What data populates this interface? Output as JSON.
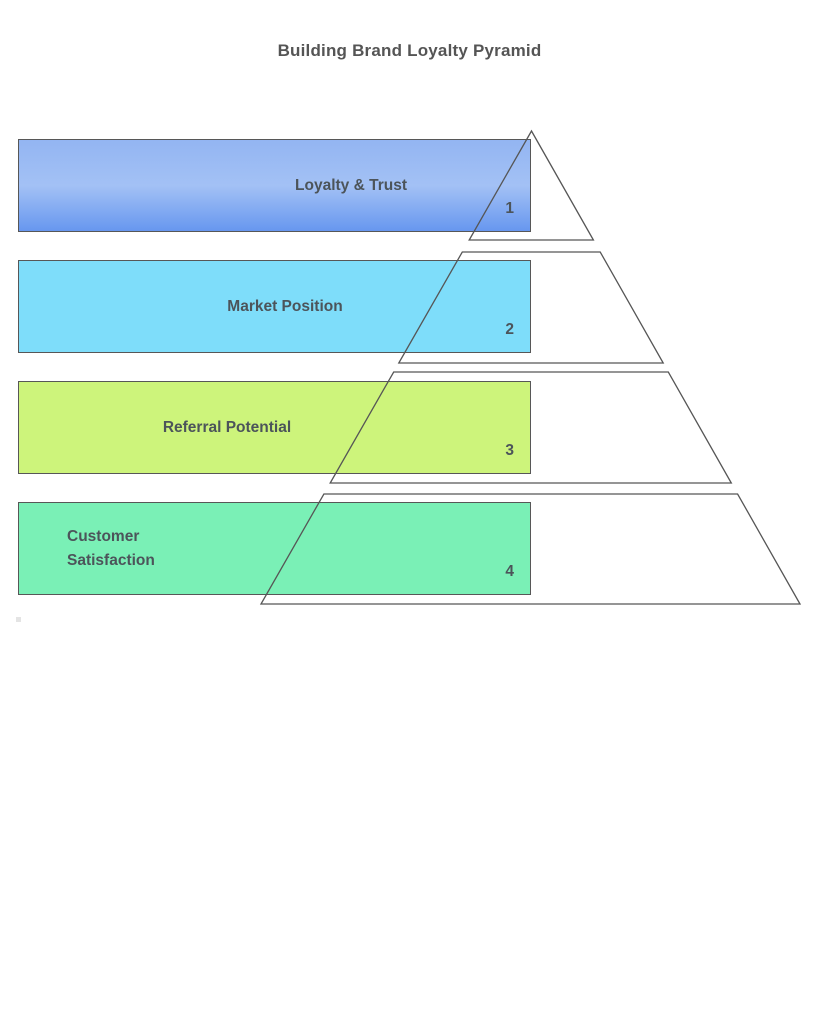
{
  "title": "Building Brand Loyalty Pyramid",
  "levels": [
    {
      "rank": "1",
      "label": "Loyalty & Trust",
      "fill_stops": [
        "#93b5f2",
        "#a3c1f5",
        "#6797ef"
      ]
    },
    {
      "rank": "2",
      "label": "Market Position",
      "fill": "#7eddfa"
    },
    {
      "rank": "3",
      "label": "Referral Potential",
      "fill": "#cdf47b"
    },
    {
      "rank": "4",
      "label": "Customer Satisfaction",
      "fill": "#7af0b6"
    }
  ],
  "colors": {
    "outline": "#565656",
    "bar_border": "#575757",
    "text": "#4c545a",
    "title_text": "#555555"
  }
}
